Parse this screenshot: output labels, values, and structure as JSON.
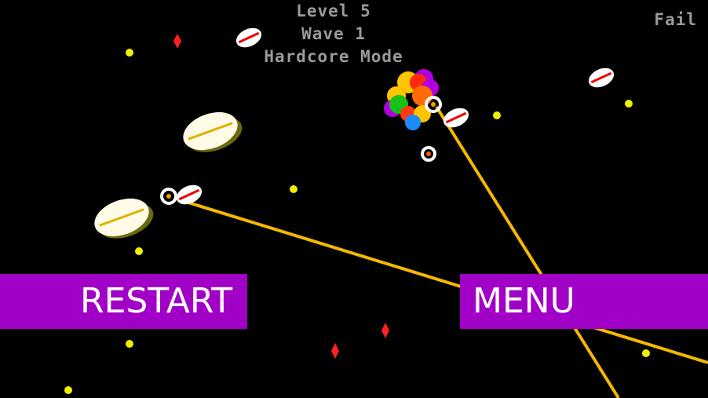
{
  "hud": {
    "level": "Level 5",
    "wave": "Wave 1",
    "mode": "Hardcore Mode",
    "status": "Fail"
  },
  "buttons": {
    "restart": "RESTART",
    "menu": "MENU"
  },
  "colors": {
    "button": "#a100c6",
    "laser": "#f5b800",
    "hud_text": "#9a9a9a"
  }
}
